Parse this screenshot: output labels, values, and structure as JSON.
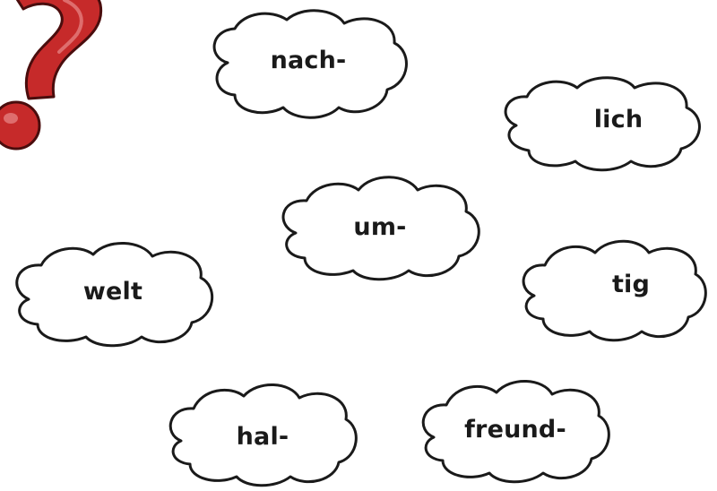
{
  "accent_color": "#c62a2a",
  "decoration": {
    "icon": "question-mark-icon"
  },
  "syllables": {
    "nach": "nach-",
    "lich": "lich",
    "um": "um-",
    "welt": "welt",
    "tig": "tig",
    "hal": "hal-",
    "freund": "freund-"
  }
}
